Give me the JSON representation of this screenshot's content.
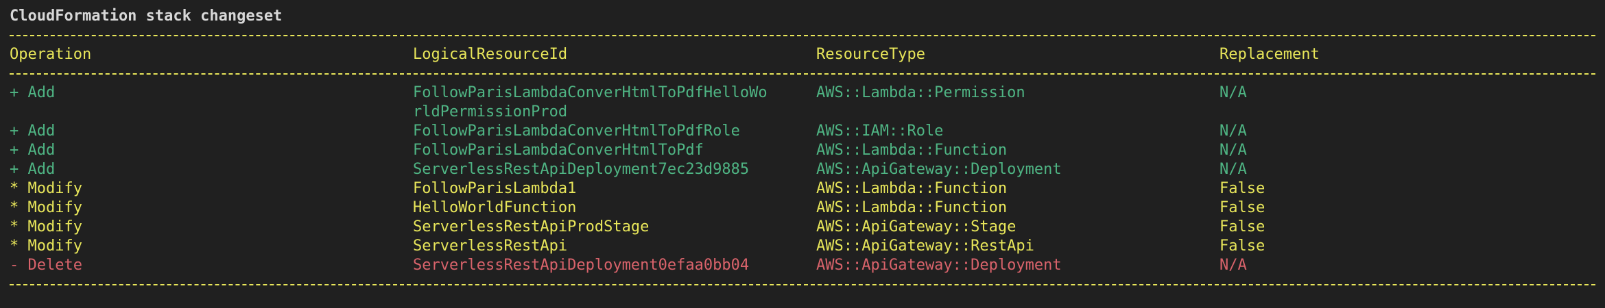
{
  "title": "CloudFormation stack changeset",
  "columns": [
    "Operation",
    "LogicalResourceId",
    "ResourceType",
    "Replacement"
  ],
  "colors": {
    "background": "#202020",
    "header": "#e8e65a",
    "add": "#4fb584",
    "modify": "#e8e65a",
    "delete": "#d9636b"
  },
  "rows": [
    {
      "kind": "add",
      "operation": "+ Add",
      "logical_id": "FollowParisLambdaConverHtmlToPdfHelloWo\nrldPermissionProd",
      "resource_type": "AWS::Lambda::Permission",
      "replacement": "N/A"
    },
    {
      "kind": "add",
      "operation": "+ Add",
      "logical_id": "FollowParisLambdaConverHtmlToPdfRole",
      "resource_type": "AWS::IAM::Role",
      "replacement": "N/A"
    },
    {
      "kind": "add",
      "operation": "+ Add",
      "logical_id": "FollowParisLambdaConverHtmlToPdf",
      "resource_type": "AWS::Lambda::Function",
      "replacement": "N/A"
    },
    {
      "kind": "add",
      "operation": "+ Add",
      "logical_id": "ServerlessRestApiDeployment7ec23d9885",
      "resource_type": "AWS::ApiGateway::Deployment",
      "replacement": "N/A"
    },
    {
      "kind": "modify",
      "operation": "* Modify",
      "logical_id": "FollowParisLambda1",
      "resource_type": "AWS::Lambda::Function",
      "replacement": "False"
    },
    {
      "kind": "modify",
      "operation": "* Modify",
      "logical_id": "HelloWorldFunction",
      "resource_type": "AWS::Lambda::Function",
      "replacement": "False"
    },
    {
      "kind": "modify",
      "operation": "* Modify",
      "logical_id": "ServerlessRestApiProdStage",
      "resource_type": "AWS::ApiGateway::Stage",
      "replacement": "False"
    },
    {
      "kind": "modify",
      "operation": "* Modify",
      "logical_id": "ServerlessRestApi",
      "resource_type": "AWS::ApiGateway::RestApi",
      "replacement": "False"
    },
    {
      "kind": "delete",
      "operation": "- Delete",
      "logical_id": "ServerlessRestApiDeployment0efaa0bb04",
      "resource_type": "AWS::ApiGateway::Deployment",
      "replacement": "N/A"
    }
  ]
}
